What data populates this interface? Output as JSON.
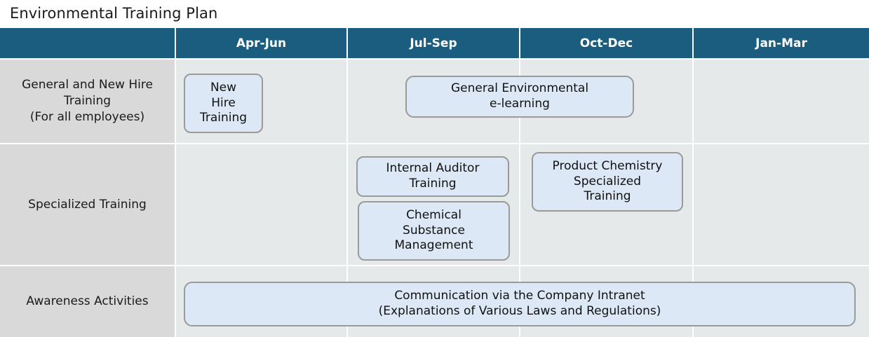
{
  "page": {
    "title": "Environmental Training Plan"
  },
  "colors": {
    "header_bg": "#1a5d7f",
    "header_text": "#ffffff",
    "row_label_bg": "#d9d9d9",
    "cell_bg": "#e5e9ea",
    "pill_bg": "#dce8f5",
    "pill_border": "#9a9a9a",
    "page_bg": "#ffffff"
  },
  "table": {
    "corner_header": "",
    "column_headers": [
      {
        "label": "Apr-Jun"
      },
      {
        "label": "Jul-Sep"
      },
      {
        "label": "Oct-Dec"
      },
      {
        "label": "Jan-Mar"
      }
    ],
    "rows": [
      {
        "label": "General and New Hire\nTraining\n(For all employees)",
        "label_lines": [
          "General and New Hire",
          "Training",
          "(For all employees)"
        ]
      },
      {
        "label": "Specialized Training",
        "label_lines": [
          "Specialized Training"
        ]
      },
      {
        "label": "Awareness Activities",
        "label_lines": [
          "Awareness Activities"
        ]
      }
    ],
    "items": [
      {
        "id": "new-hire-training",
        "row": "General and New Hire Training (For all employees)",
        "lines": [
          "New",
          "Hire",
          "Training"
        ],
        "spans": [
          "Apr-Jun"
        ]
      },
      {
        "id": "general-environmental-e-learning",
        "row": "General and New Hire Training (For all employees)",
        "lines": [
          "General Environmental",
          "e-learning"
        ],
        "spans": [
          "Jul-Sep",
          "Oct-Dec"
        ]
      },
      {
        "id": "internal-auditor-training",
        "row": "Specialized Training",
        "lines": [
          "Internal Auditor",
          "Training"
        ],
        "spans": [
          "Jul-Sep"
        ]
      },
      {
        "id": "chemical-substance-management",
        "row": "Specialized Training",
        "lines": [
          "Chemical",
          "Substance",
          "Management"
        ],
        "spans": [
          "Jul-Sep"
        ]
      },
      {
        "id": "product-chemistry-specialized-training",
        "row": "Specialized Training",
        "lines": [
          "Product Chemistry",
          "Specialized",
          "Training"
        ],
        "spans": [
          "Oct-Dec"
        ]
      },
      {
        "id": "communication-via-company-intranet",
        "row": "Awareness Activities",
        "lines": [
          "Communication via the Company Intranet",
          "(Explanations of Various Laws and Regulations)"
        ],
        "spans": [
          "Apr-Jun",
          "Jul-Sep",
          "Oct-Dec",
          "Jan-Mar"
        ]
      }
    ]
  }
}
